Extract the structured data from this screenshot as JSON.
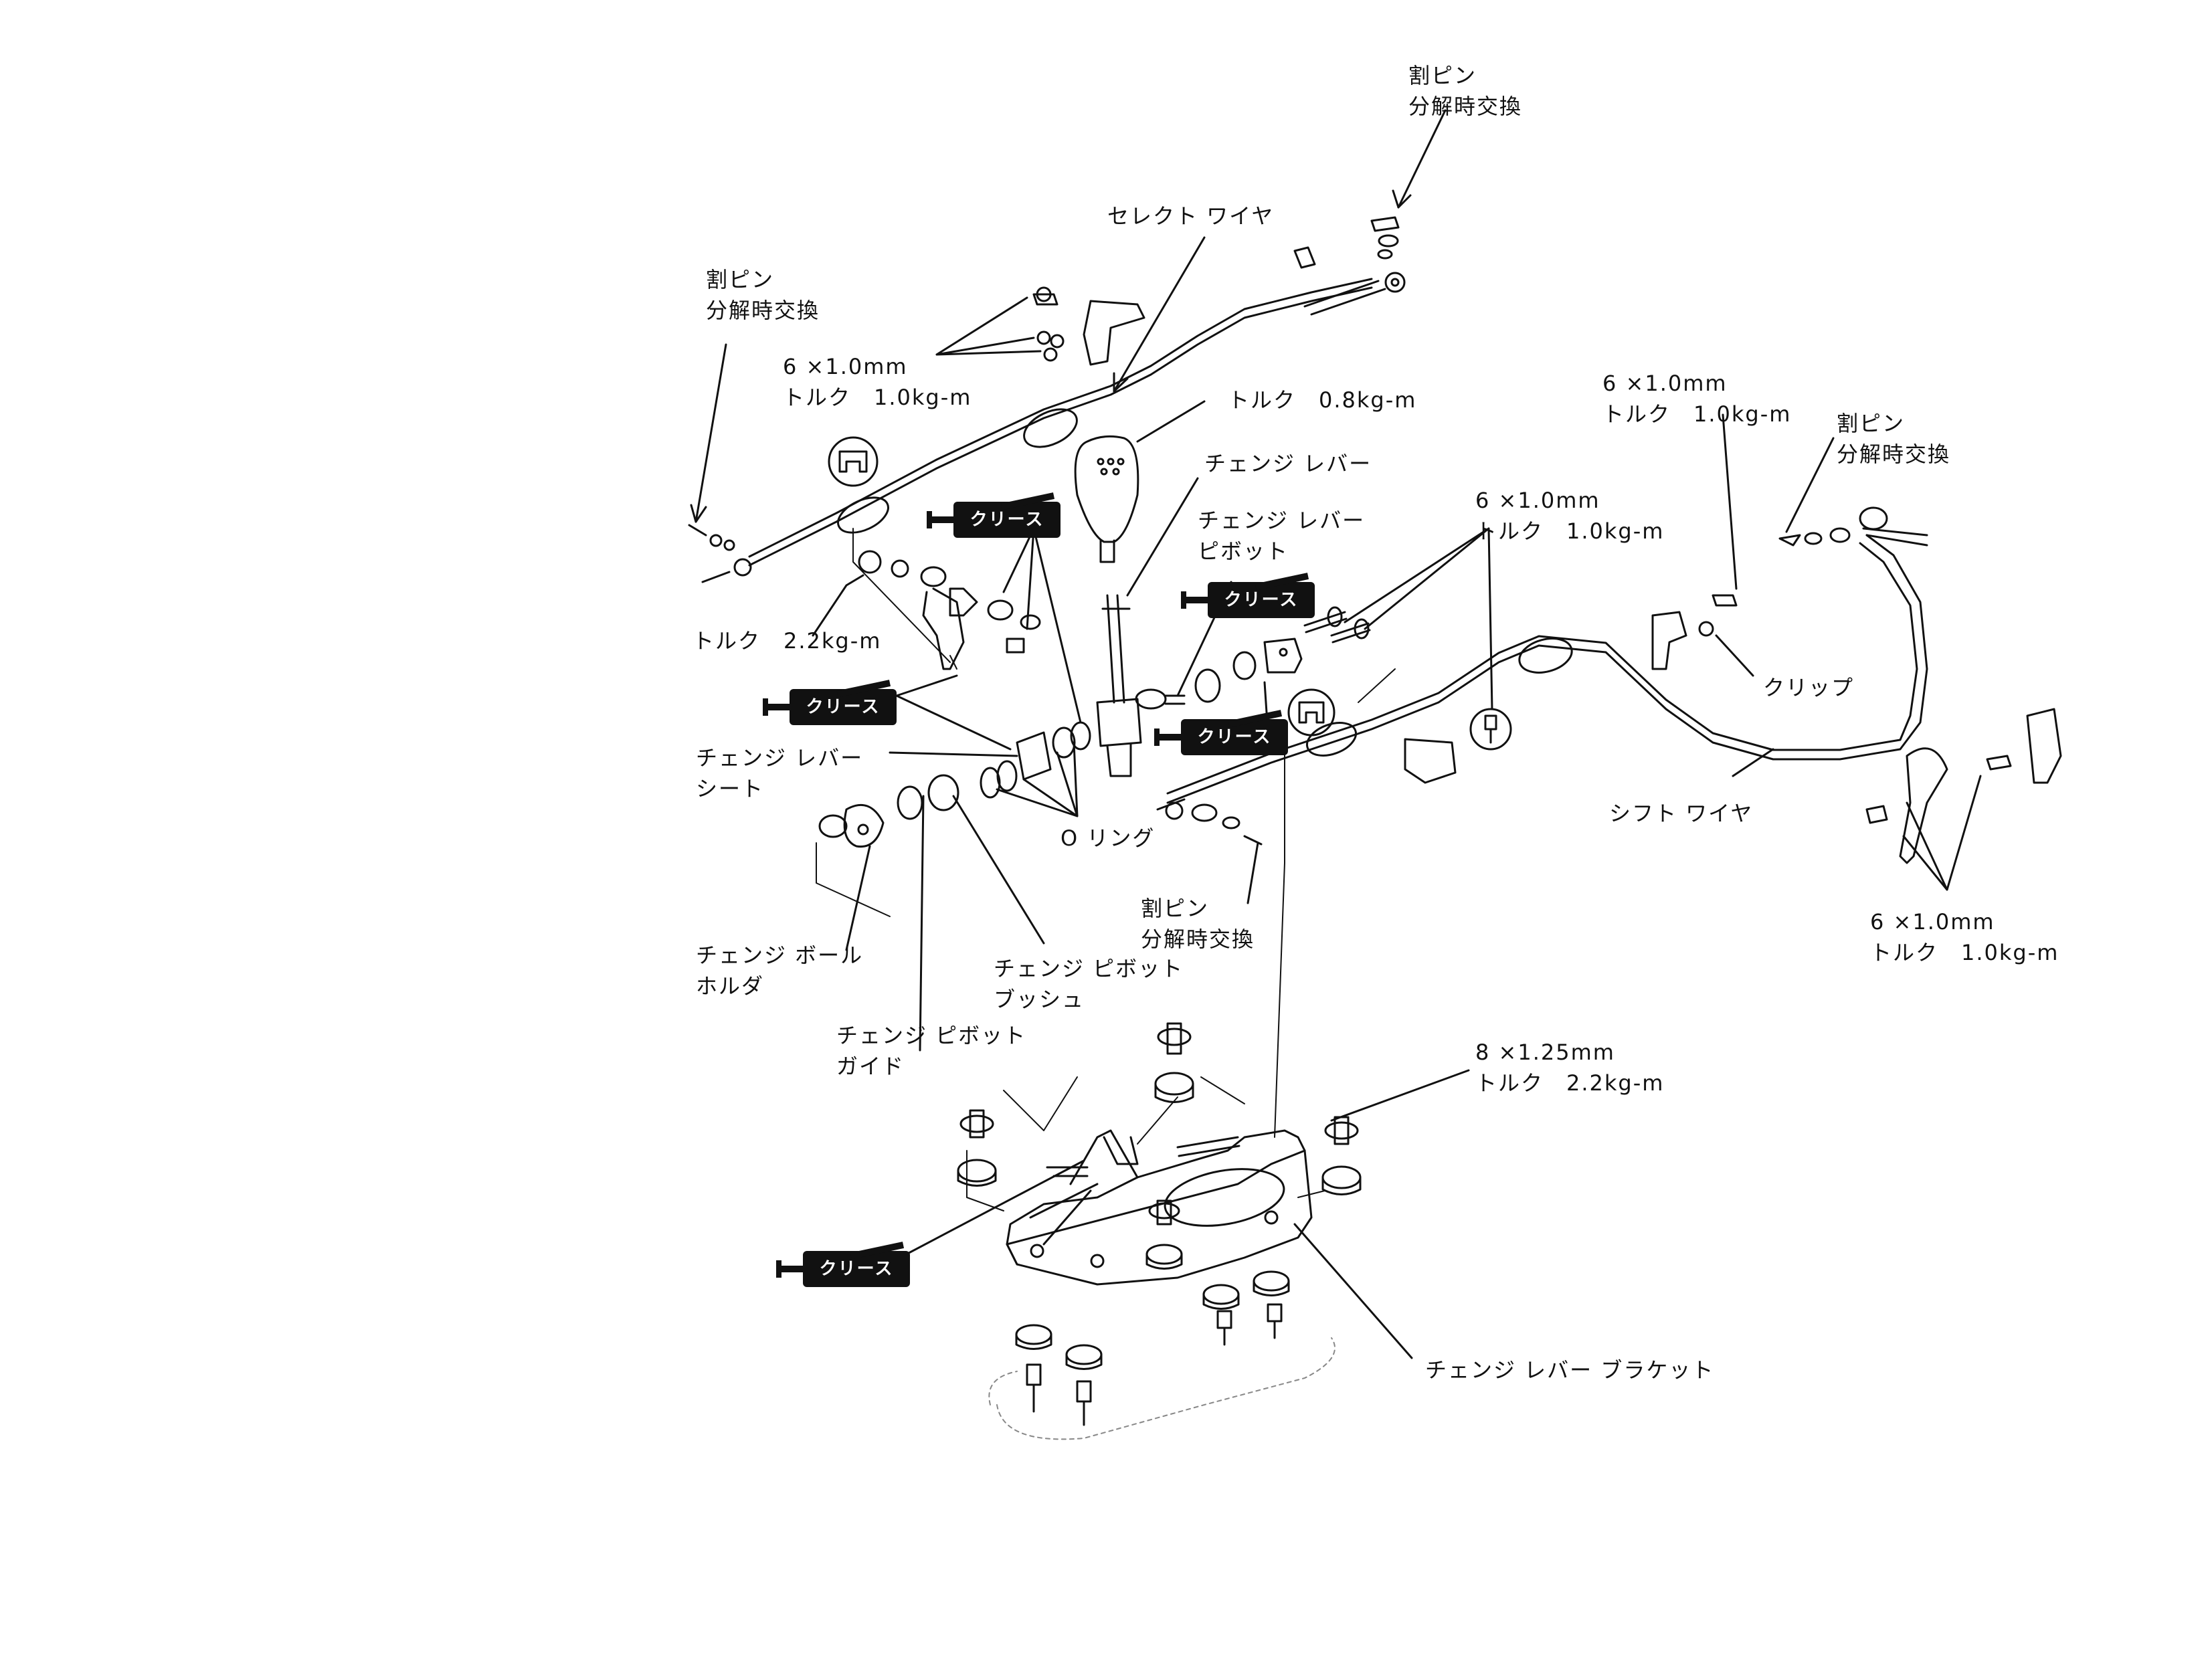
{
  "labels": {
    "cotter_pin_top": "割ピン\n分解時交換",
    "select_wire": "セレクト ワイヤ",
    "cotter_pin_left": "割ピン\n分解時交換",
    "bolt_6x1_left": "6 ×1.0mm\nトルク　1.0kg-m",
    "torque_08": "トルク　0.8kg-m",
    "change_lever": "チェンジ レバー",
    "change_lever_pivot": "チェンジ レバー\nピボット",
    "bolt_6x1_center": "6 ×1.0mm\nトルク　1.0kg-m",
    "bolt_6x1_right_top": "6 ×1.0mm\nトルク　1.0kg-m",
    "cotter_pin_right": "割ピン\n分解時交換",
    "torque_22": "トルク　2.2kg-m",
    "clip": "クリップ",
    "change_lever_seat": "チェンジ レバー\nシート",
    "o_ring": "O リング",
    "shift_wire": "シフト ワイヤ",
    "cotter_pin_center": "割ピン\n分解時交換",
    "bolt_6x1_right_bottom": "6 ×1.0mm\nトルク　1.0kg-m",
    "change_ball_holder": "チェンジ ボール\nホルダ",
    "change_pivot_bush": "チェンジ ピボット\nブッシュ",
    "change_pivot_guide": "チェンジ ピボット\nガイド",
    "bolt_8x125": "8 ×1.25mm\nトルク　2.2kg-m",
    "change_lever_bracket": "チェンジ レバー ブラケット"
  },
  "grease_label": "クリース",
  "colors": {
    "ink": "#111111",
    "paper": "#ffffff"
  }
}
